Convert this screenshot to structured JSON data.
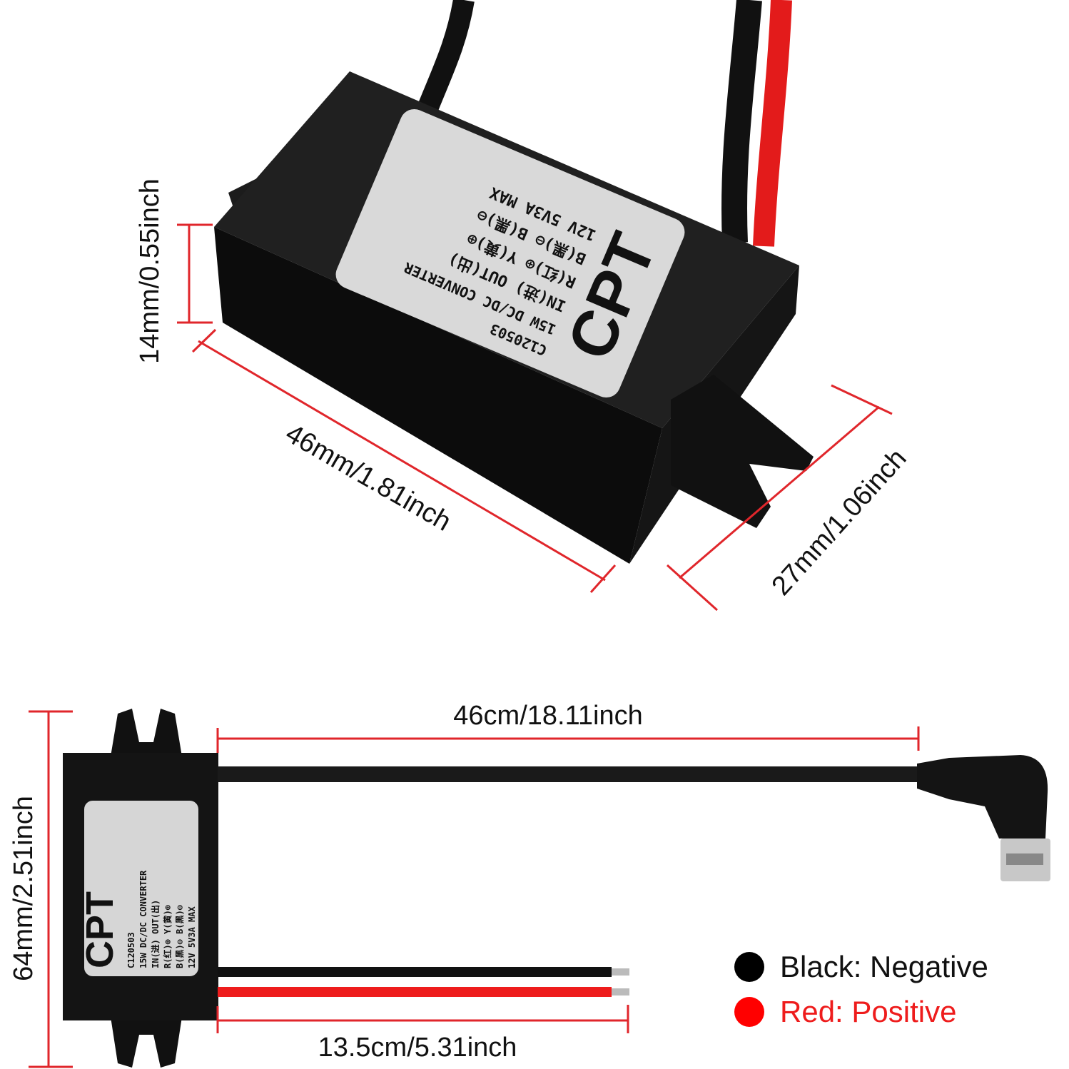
{
  "top_view": {
    "label": {
      "brand": "CPT",
      "model": "C120503",
      "spec": "15W DC/DC CONVERTER",
      "in_line": "IN(进)  OUT(出)",
      "r_line": "R(红)⊕  Y(黄)⊕",
      "b_line": "B(黑)⊖  B(黑)⊖",
      "volt_line": "12V  5V3A MAX"
    },
    "dimensions": {
      "height": "14mm/0.55inch",
      "length": "46mm/1.81inch",
      "width": "27mm/1.06inch"
    }
  },
  "bottom_view": {
    "dimensions": {
      "total_height": "64mm/2.51inch",
      "usb_cable": "46cm/18.11inch",
      "input_wires": "13.5cm/5.31inch"
    }
  },
  "legend": [
    {
      "label": "Black: Negative",
      "color": "#000000"
    },
    {
      "label": "Red: Positive",
      "color": "#ff0000"
    }
  ],
  "colors": {
    "dimension_line": "#e0262b",
    "body": "#151515",
    "label": "#d9d9d9",
    "red_wire": "#ee1c1c"
  }
}
